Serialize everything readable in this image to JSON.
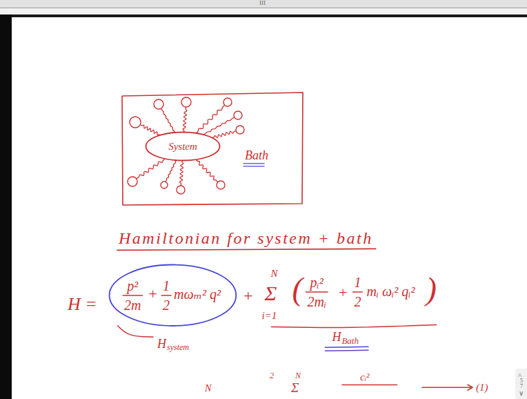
{
  "diagram": {
    "title": "Hamiltonian for system + bath",
    "nodes": [
      {
        "text": [
          "Bath"
        ]
      },
      {
        "text": [
          "System"
        ],
        "in": 0
      },
      {
        "text": [
          "p²",
          "2m",
          "+",
          "1",
          "2",
          "mωₘ² q²"
        ]
      }
    ],
    "labels": [
      "III",
      "H =",
      "+",
      "N",
      "Σ",
      "i=1",
      "(",
      "pᵢ²",
      "2mᵢ",
      "+",
      "1",
      "2",
      "mᵢ ωᵢ² qᵢ²",
      ")",
      "H",
      "system",
      "H",
      "Bath",
      "N",
      "2",
      "N",
      "Σ",
      "cᵢ²",
      "(1)",
      "^",
      "5",
      "7",
      "∨"
    ]
  }
}
